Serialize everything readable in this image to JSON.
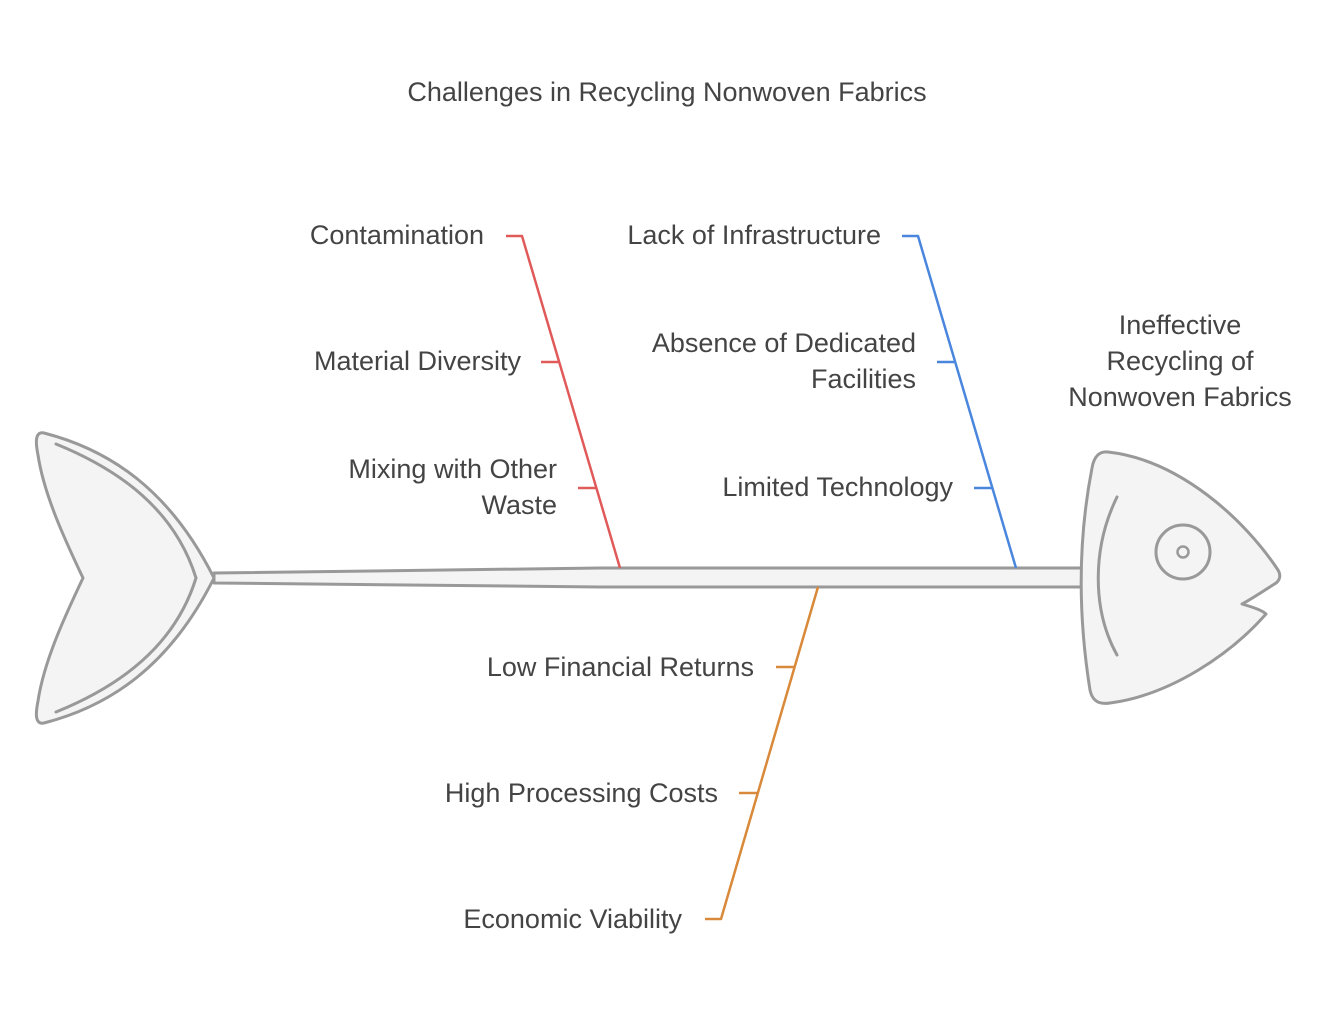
{
  "title": "Challenges in Recycling Nonwoven Fabrics",
  "effect": {
    "line1": "Ineffective",
    "line2": "Recycling of",
    "line3": "Nonwoven Fabrics"
  },
  "colors": {
    "outline": "#999999",
    "fill": "#f4f4f4",
    "text": "#444444",
    "contamination": "#e05a5a",
    "infrastructure": "#4a86dd",
    "economic": "#d9893a"
  },
  "categories": {
    "contamination": {
      "label": "Contamination",
      "causes": {
        "c1": "Material Diversity",
        "c2_line1": "Mixing with Other",
        "c2_line2": "Waste"
      }
    },
    "infrastructure": {
      "label": "Lack of Infrastructure",
      "causes": {
        "c1_line1": "Absence of Dedicated",
        "c1_line2": "Facilities",
        "c2": "Limited Technology"
      }
    },
    "economic": {
      "label": "Economic Viability",
      "causes": {
        "c1": "Low Financial Returns",
        "c2": "High Processing Costs"
      }
    }
  }
}
